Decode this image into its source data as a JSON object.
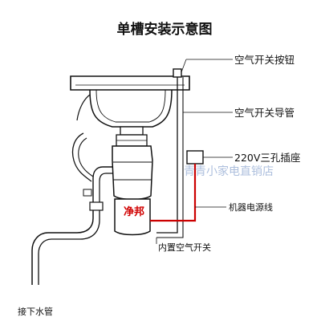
{
  "title": "单槽安装示意图",
  "labels": {
    "air_switch_button": "空气开关按钮",
    "air_switch_tube": "空气开关导管",
    "socket": "220V三孔插座",
    "power_cord": "机器电源线",
    "builtin_air_switch": "内置空气开关",
    "drain_pipe": "接下水管"
  },
  "brand": "净邦",
  "watermark": "青青小家电直销店",
  "colors": {
    "line": "#111111",
    "power_cord": "#cc0000",
    "brand_text": "#d00000",
    "watermark": "#9fb4d8"
  }
}
